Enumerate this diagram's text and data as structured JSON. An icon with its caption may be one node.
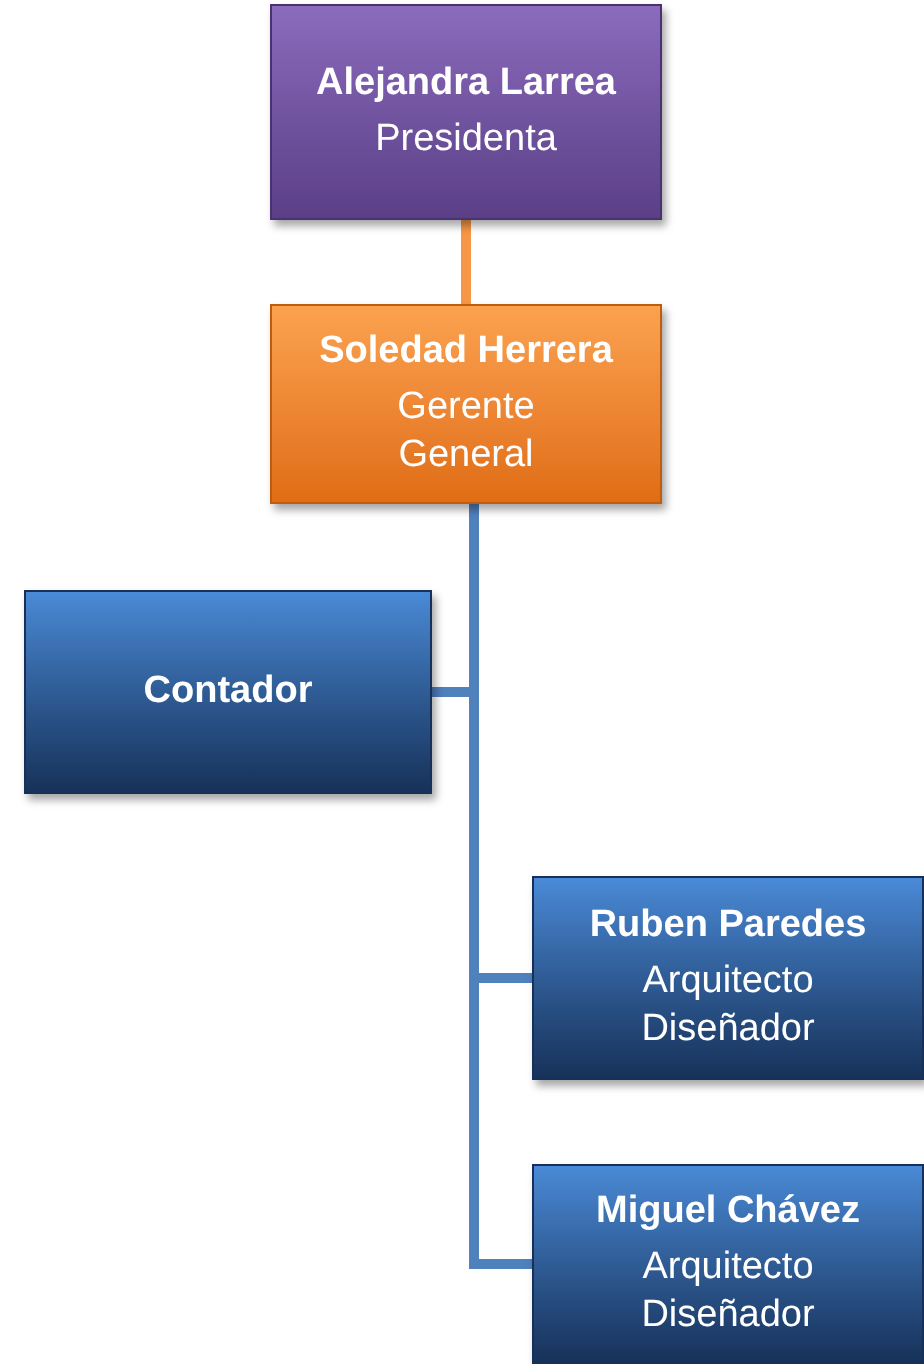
{
  "diagram": {
    "nodes": [
      {
        "text": [
          "Alejandra Larrea",
          "Presidenta"
        ]
      },
      {
        "text": [
          "Soledad Herrera",
          "Gerente General"
        ]
      },
      {
        "text": [
          "Contador"
        ]
      },
      {
        "text": [
          "Ruben Paredes",
          "Arquitecto Diseñador"
        ]
      },
      {
        "text": [
          "Miguel Chávez",
          "Arquitecto Diseñador"
        ]
      }
    ],
    "edges": [
      {
        "from": 0,
        "to": 1,
        "arrow": "none",
        "color": "#f79646"
      },
      {
        "from": 1,
        "to": 2,
        "arrow": "none"
      },
      {
        "from": 1,
        "to": 3,
        "arrow": "none"
      },
      {
        "from": 1,
        "to": 4,
        "arrow": "none"
      }
    ]
  }
}
